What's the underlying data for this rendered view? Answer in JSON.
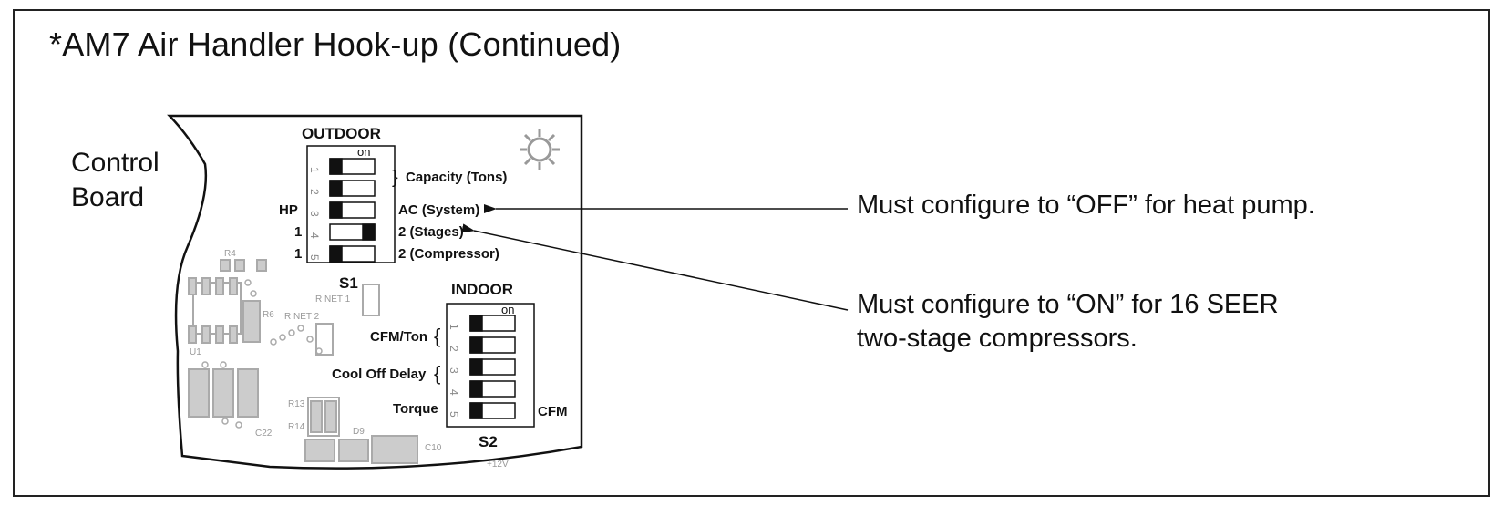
{
  "title": "*AM7 Air Handler Hook-up (Continued)",
  "board_label_line1": "Control",
  "board_label_line2": "Board",
  "outdoor": {
    "header": "OUTDOOR",
    "on_label": "on",
    "switch_name": "S1",
    "numbers": [
      "1",
      "2",
      "3",
      "4",
      "5"
    ],
    "left_labels": [
      "",
      "",
      "HP",
      "1",
      "1"
    ],
    "right_labels": [
      "Capacity (Tons)",
      "AC (System)",
      "2 (Stages)",
      "2 (Compressor)"
    ]
  },
  "indoor": {
    "header": "INDOOR",
    "on_label": "on",
    "switch_name": "S2",
    "numbers": [
      "1",
      "2",
      "3",
      "4",
      "5"
    ],
    "left_labels": [
      "CFM/Ton",
      "Cool Off Delay",
      "Torque"
    ],
    "right_label": "CFM"
  },
  "callouts": {
    "heat_pump": "Must configure to “OFF” for heat pump.",
    "seer_line1": "Must configure to “ON” for 16 SEER",
    "seer_line2": "two-stage compressors."
  },
  "pcb_labels": [
    "R4",
    "R NET 1",
    "R NET 2",
    "R6",
    "U1",
    "R13",
    "R14",
    "D9",
    "C10",
    "C22",
    "+12V"
  ]
}
